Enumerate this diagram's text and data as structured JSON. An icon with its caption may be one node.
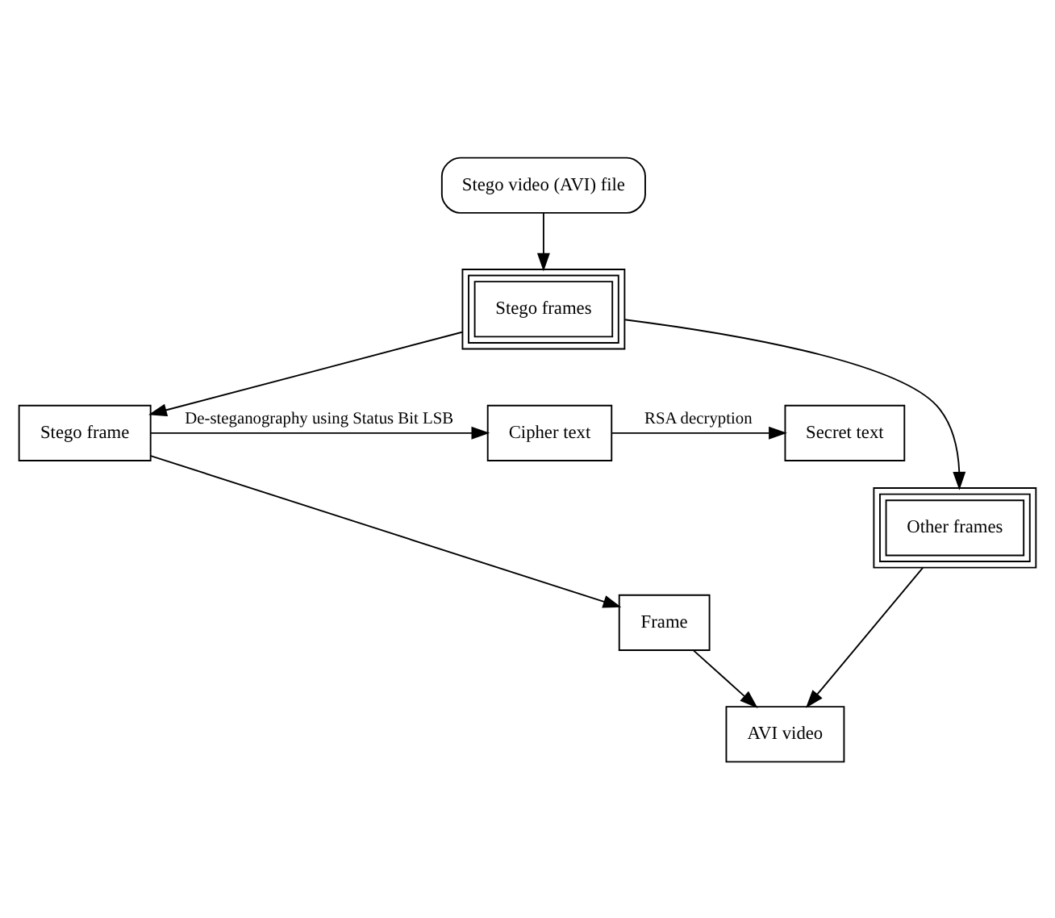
{
  "diagram": {
    "nodes": [
      {
        "text": [
          "Stego video (AVI) file"
        ]
      },
      {
        "text": [
          "Stego frames"
        ]
      },
      {
        "text": [
          "Stego frame"
        ]
      },
      {
        "text": [
          "Other frames"
        ]
      },
      {
        "text": [
          "Cipher text"
        ]
      },
      {
        "text": [
          "Secret text"
        ]
      },
      {
        "text": [
          "Frame"
        ]
      },
      {
        "text": [
          "AVI video"
        ]
      }
    ],
    "edges": [
      {
        "from": 0,
        "to": 1,
        "arrow": "to"
      },
      {
        "from": 1,
        "to": 2,
        "arrow": "to"
      },
      {
        "from": 1,
        "to": 3,
        "arrow": "to"
      },
      {
        "from": 2,
        "to": 4,
        "arrow": "to",
        "label": "De-steganography using Status Bit LSB"
      },
      {
        "from": 4,
        "to": 5,
        "arrow": "to",
        "label": "RSA decryption"
      },
      {
        "from": 2,
        "to": 6,
        "arrow": "to"
      },
      {
        "from": 6,
        "to": 7,
        "arrow": "to"
      },
      {
        "from": 3,
        "to": 7,
        "arrow": "to"
      }
    ]
  }
}
